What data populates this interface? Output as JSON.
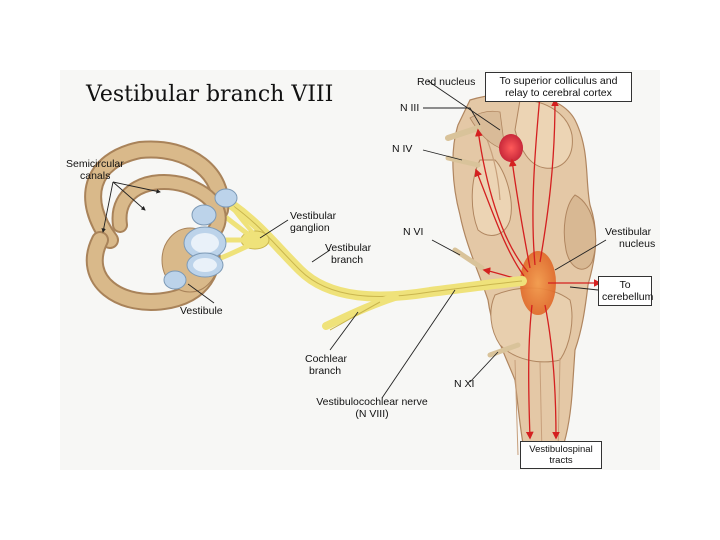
{
  "slide": {
    "title": "Vestibular branch VIII"
  },
  "labels": {
    "red_nucleus": "Red nucleus",
    "superior_colliculus": [
      "To superior colliculus and",
      "relay to cerebral cortex"
    ],
    "n_iii": "N III",
    "n_iv": "N IV",
    "semicircular_canals": [
      "Semicircular",
      "canals"
    ],
    "vestibular_ganglion": [
      "Vestibular",
      "ganglion"
    ],
    "vestibular_branch": [
      "Vestibular",
      "branch"
    ],
    "n_vi": "N VI",
    "vestibular_nucleus": [
      "Vestibular",
      "nucleus"
    ],
    "to_cerebellum": [
      "To",
      "cerebellum"
    ],
    "vestibule": "Vestibule",
    "cochlear_branch": [
      "Cochlear",
      "branch"
    ],
    "n_xi": "N XI",
    "vestibulocochlear_nerve": [
      "Vestibulocochlear nerve",
      "(N VIII)"
    ],
    "vestibulospinal_tracts": [
      "Vestibulospinal",
      "tracts"
    ]
  },
  "colors": {
    "background": "#ffffff",
    "figure_background": "#f7f7f5",
    "bone": "#d9b98a",
    "bone_dark": "#a9835a",
    "nerve": "#efe27a",
    "brainstem": "#e4c8a6",
    "brainstem_shade": "#c79f7b",
    "tract": "#d42020",
    "red_nucleus": "#d23a4a",
    "vestibular_nucleus": "#e9772e",
    "ampulla": "#bcd3ea"
  }
}
